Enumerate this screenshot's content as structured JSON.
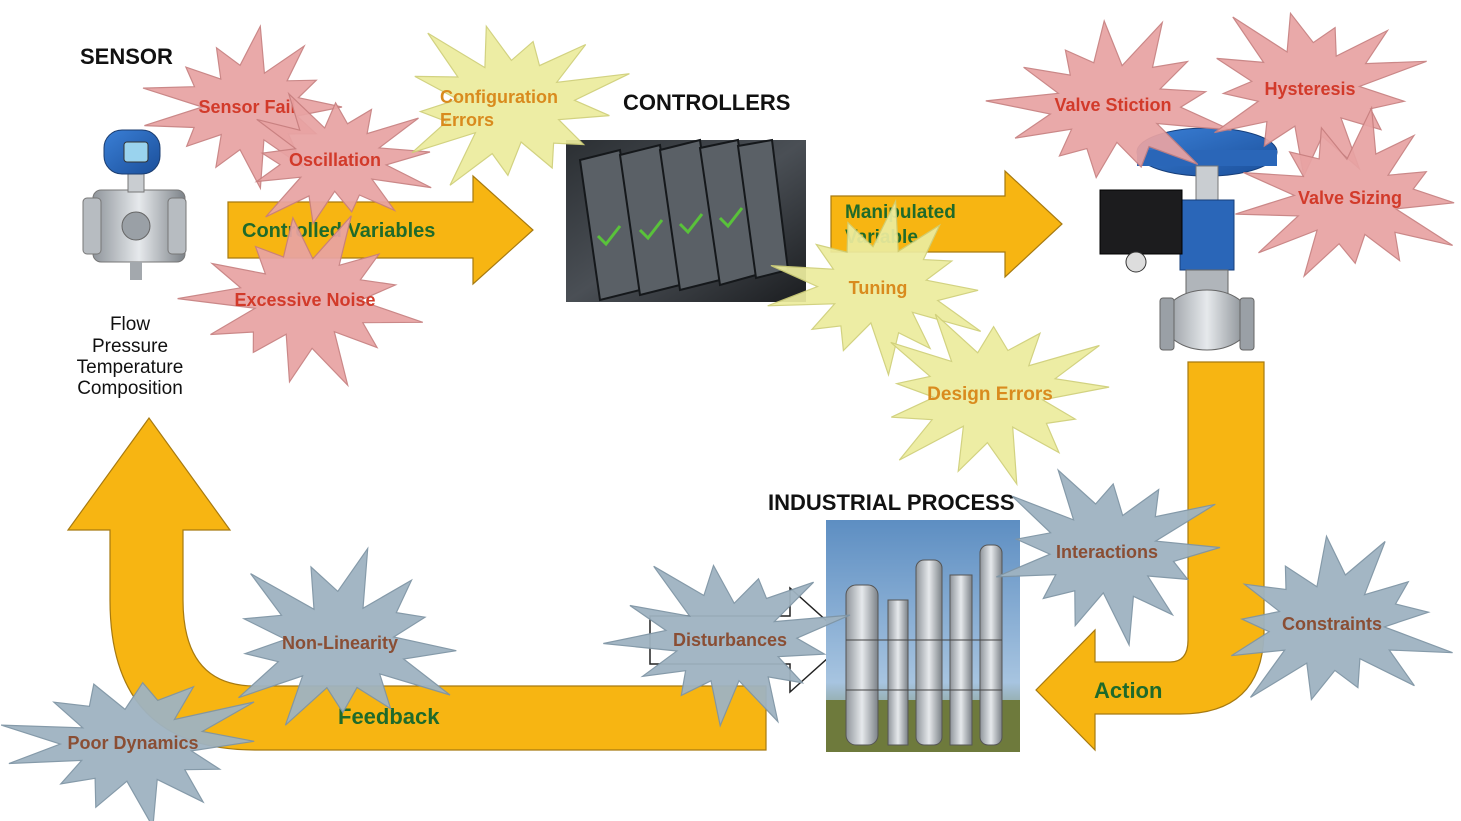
{
  "sections": {
    "sensor": "SENSOR",
    "controllers": "CONTROLLERS",
    "process": "INDUSTRIAL PROCESS"
  },
  "measurements": [
    "Flow",
    "Pressure",
    "Temperature",
    "Composition"
  ],
  "flows": {
    "controlled": "Controlled Variables",
    "manipulated_1": "Manipulated",
    "manipulated_2": "Variable",
    "action": "Action",
    "feedback": "Feedback"
  },
  "problems": {
    "sensor_fail": "Sensor Fail",
    "oscillation": "Oscillation",
    "excessive_noise": "Excessive Noise",
    "config_1": "Configuration",
    "config_2": "Errors",
    "tuning": "Tuning",
    "design_errors": "Design Errors",
    "valve_stiction": "Valve Stiction",
    "hysteresis": "Hysteresis",
    "valve_sizing": "Valve Sizing",
    "interactions": "Interactions",
    "constraints": "Constraints",
    "disturbances": "Disturbances",
    "non_linearity": "Non-Linearity",
    "poor_dynamics": "Poor Dynamics"
  },
  "colors": {
    "arrow": "#f7b512",
    "flow_text": "#1f6a2a",
    "red_burst": "#e8a3a3",
    "yellow_burst": "#ecec9e",
    "blue_burst": "#9fb3c1",
    "red_text": "#d23a2a",
    "yellow_text": "#d98b1e",
    "blue_text": "#8a4e34"
  },
  "icons": [
    "flow-transmitter-photo",
    "controller-rack-photo",
    "control-valve-photo",
    "distillation-column-photo"
  ]
}
